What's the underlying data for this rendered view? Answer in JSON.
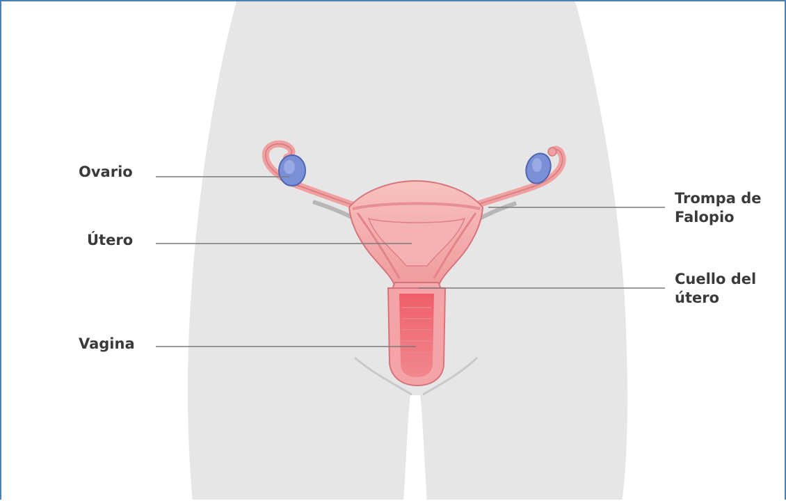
{
  "labels": {
    "ovario": "Ovario",
    "utero": "Útero",
    "vagina": "Vagina",
    "trompa": [
      "Trompa de",
      "Falopio"
    ],
    "cuello": [
      "Cuello del",
      "útero"
    ]
  },
  "colors": {
    "frame": "#4a7fb5",
    "body_silhouette": "#e6e6e6",
    "organ": "#f0a0a0",
    "organ_dark": "#e45f68",
    "ovary": "#7b8fd6",
    "label_text": "#3a3a3a",
    "leader_line": "#7a7a7a"
  }
}
